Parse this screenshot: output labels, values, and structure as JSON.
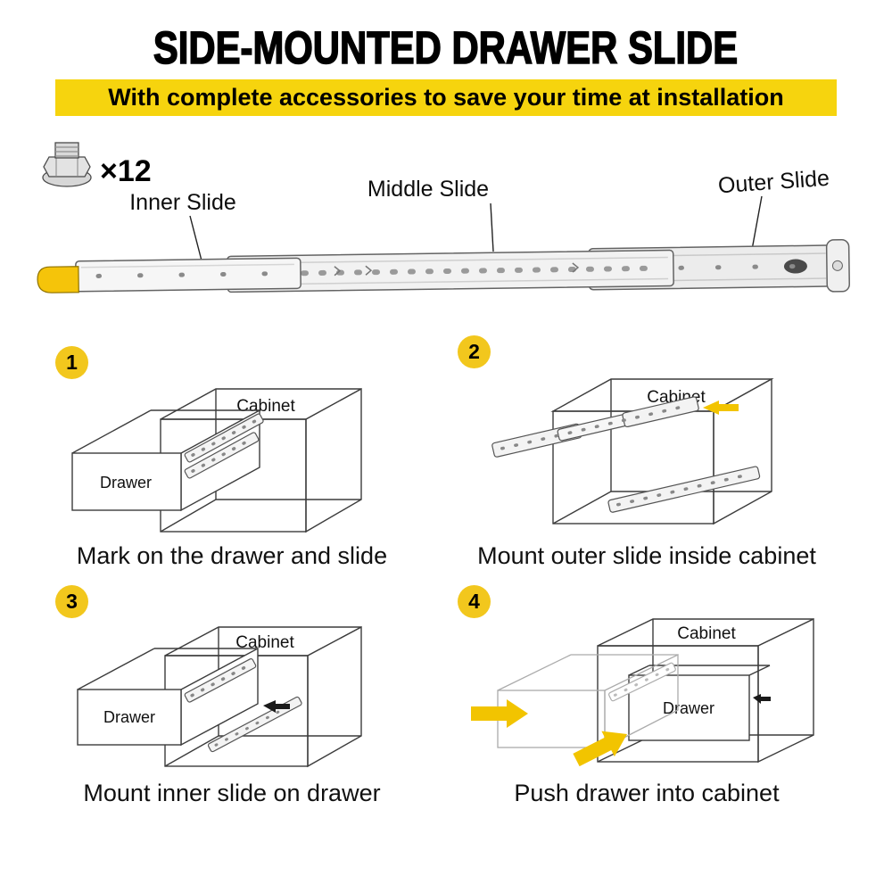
{
  "colors": {
    "banner_yellow": "#F6D40E",
    "badge_yellow": "#F2C71D",
    "arrow_yellow": "#F2C400",
    "lever_yellow": "#F5C40A"
  },
  "header": {
    "title": "SIDE-MOUNTED DRAWER SLIDE",
    "banner": "With complete accessories to save your time at installation"
  },
  "parts": {
    "screw_count": "×12",
    "inner_label": "Inner Slide",
    "middle_label": "Middle Slide",
    "outer_label": "Outer Slide"
  },
  "labels": {
    "cabinet": "Cabinet",
    "drawer": "Drawer"
  },
  "steps": [
    {
      "number": "1",
      "caption": "Mark on the drawer and slide"
    },
    {
      "number": "2",
      "caption": "Mount outer slide inside cabinet"
    },
    {
      "number": "3",
      "caption": "Mount inner slide on drawer"
    },
    {
      "number": "4",
      "caption": "Push drawer into cabinet"
    }
  ]
}
